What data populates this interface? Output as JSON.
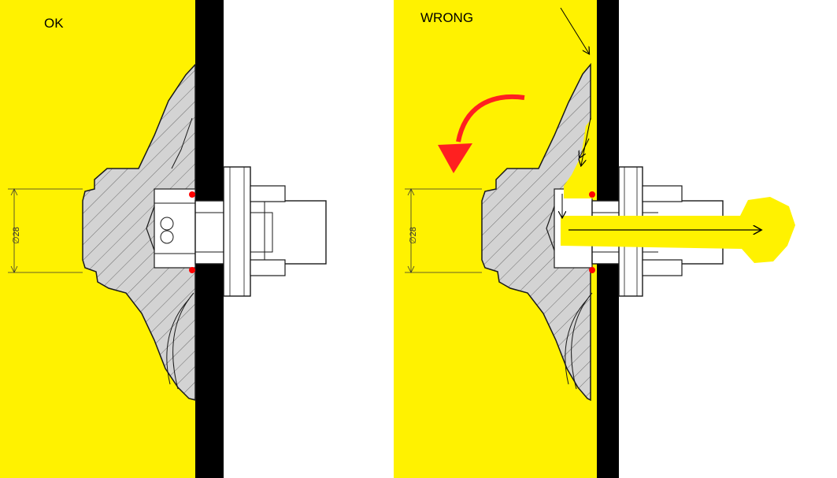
{
  "panels": {
    "left": {
      "title": "OK"
    },
    "right": {
      "title": "WRONG"
    }
  },
  "dimension": {
    "text": "∅28"
  },
  "colors": {
    "panel_fill": "#FFF200",
    "wall": "#000000",
    "part_fill": "#D3D3D3",
    "part_stroke": "#1a1a1a",
    "seal": "#FF0000",
    "arrow": "#FF2020",
    "leak": "#FFF200",
    "background": "#FFFFFF"
  }
}
